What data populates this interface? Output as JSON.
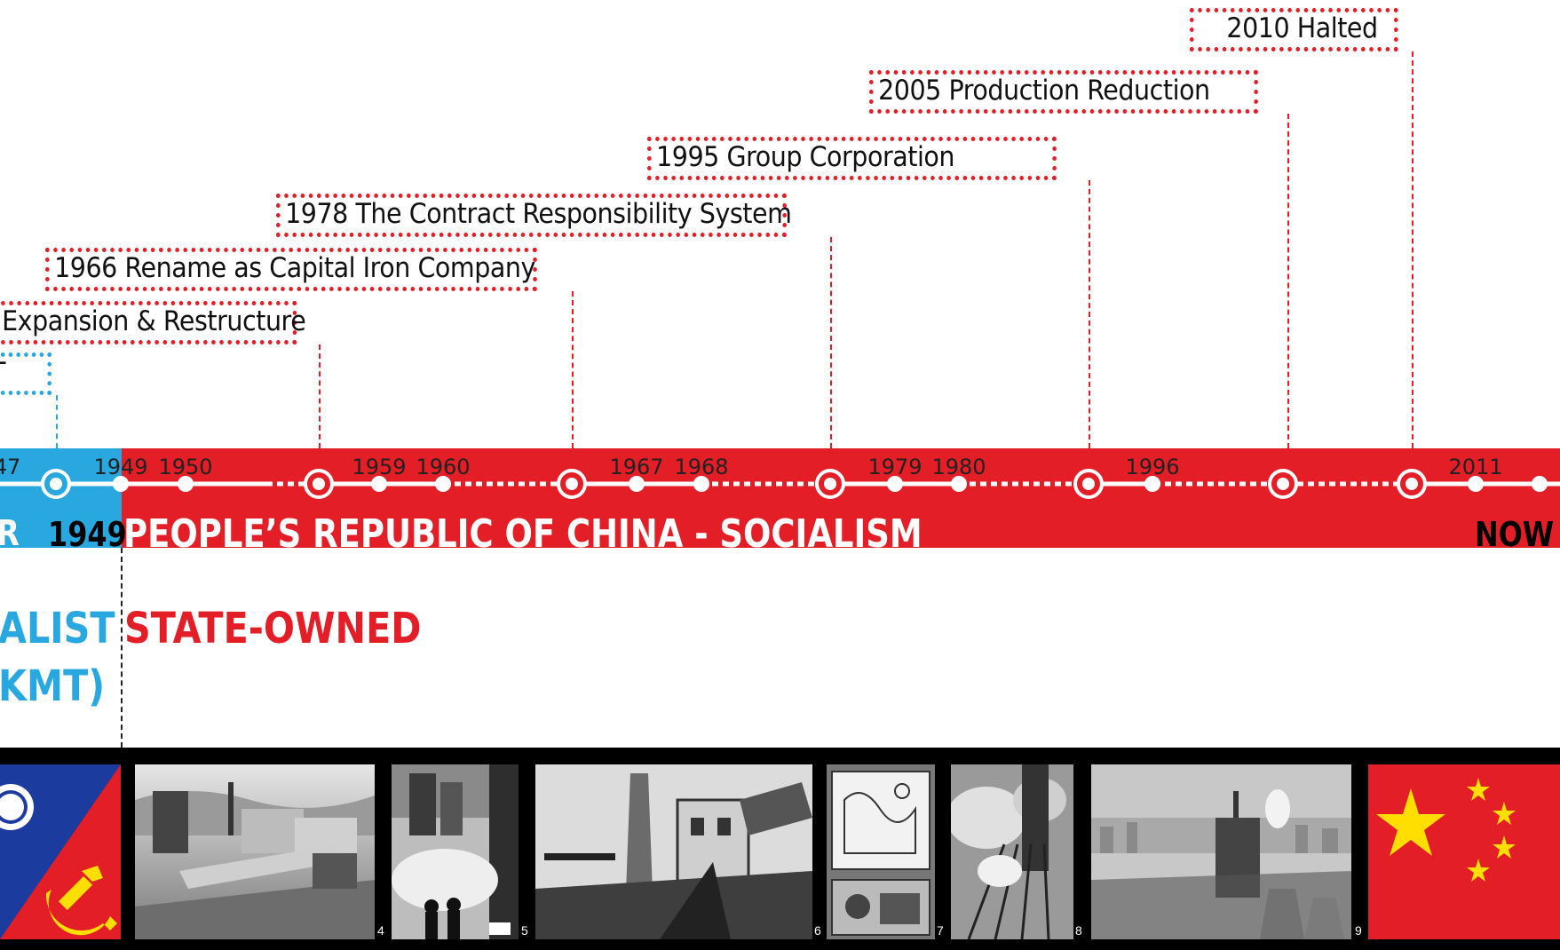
{
  "events": [
    {
      "id": "partial",
      "label": "Expansion & Restructure",
      "color": "red"
    },
    {
      "id": "1966",
      "label": "1966 Rename as Capital Iron Company",
      "color": "red"
    },
    {
      "id": "1978",
      "label": "1978 The Contract Responsibility System",
      "color": "red"
    },
    {
      "id": "1995",
      "label": "1995 Group Corporation",
      "color": "red"
    },
    {
      "id": "2005",
      "label": "2005 Production Reduction",
      "color": "red"
    },
    {
      "id": "2010",
      "label": "2010 Halted",
      "color": "red"
    },
    {
      "id": "blue-partial",
      "label": "T",
      "color": "blue"
    }
  ],
  "timeline": {
    "years": [
      "47",
      "1949",
      "1950",
      "1959",
      "1960",
      "1967",
      "1968",
      "1979",
      "1980",
      "1996",
      "2011"
    ],
    "band_left_partial": "R",
    "band_left_year": "1949",
    "band_main": "PEOPLE’S REPUBLIC OF CHINA - SOCIALISM",
    "band_right": "NOW"
  },
  "ownership": {
    "left_line1": "ALIST",
    "left_line2": "KMT)",
    "right": "STATE-OWNED"
  },
  "photos": {
    "numbers": [
      "4",
      "5",
      "6",
      "7",
      "8",
      "9"
    ],
    "icons": [
      "kmt-ccp-flag-icon",
      "prc-flag-icon"
    ]
  },
  "colors": {
    "red": "#e41e26",
    "blue": "#29a8e0",
    "black": "#000000",
    "yellow": "#ffde00"
  }
}
